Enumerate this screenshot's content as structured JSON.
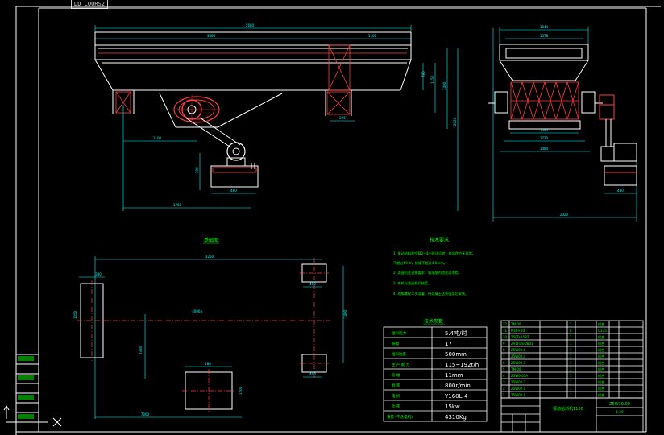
{
  "drawing_tag": "DD COORS2",
  "front_view": {
    "dims": {
      "overall_length": "5680",
      "left_part": "3800",
      "right_part": "1100",
      "h1": "790",
      "h2": "1150",
      "h3": "1400",
      "h4": "2020",
      "foot": "225",
      "motor_offset": "1100",
      "motor_height": "390",
      "motor_width": "480",
      "base_len": "1700"
    }
  },
  "side_view": {
    "dims": {
      "top_width": "1844",
      "top_inner": "1578",
      "mid1": "1340",
      "mid2": "1720",
      "bottom": "1484",
      "motor_w": "480",
      "overall": "2320"
    }
  },
  "plan": {
    "title": "基础图",
    "dims": {
      "width": "3250",
      "left_block": "380",
      "left_height": "1050",
      "centre": "4000±",
      "block_a": "400",
      "block_b": "400",
      "right_height": "1400",
      "motor_block": "480",
      "offset_left": "2380",
      "motor_h": "1200",
      "bottom_len": "7000"
    }
  },
  "notes": {
    "title": "技术要求",
    "items": [
      "1. 振动给料机空载2~4小时试运转，各部件应无异常。",
      "   不超过60℃，振幅不超过4.5mm。",
      "2. 减速机注油按要求，轴承座内加注润滑脂。",
      "3. 电机与减速机同轴度。",
      "4. 地脚螺栓二次浇灌，待混凝土达到强度后安装。"
    ]
  },
  "params": {
    "title": "技术参数",
    "rows": [
      {
        "label": "给料能力",
        "value": "5.4吨/时"
      },
      {
        "label": "振幅",
        "value": "17"
      },
      {
        "label": "给料粒度",
        "value": "500mm"
      },
      {
        "label": "生 产 能 力",
        "value": "115~192t/h"
      },
      {
        "label": "振 幅",
        "value": "11mm"
      },
      {
        "label": "频 率",
        "value": "800r/min"
      },
      {
        "label": "电 机",
        "value": "Y160L-4"
      },
      {
        "label": "功 率",
        "value": "15kw"
      },
      {
        "label": "重量 (不含电机)",
        "value": "4310Kg"
      }
    ]
  },
  "bom": {
    "rows": [
      {
        "no": "12",
        "code": "TM-00",
        "qty": "1",
        "mat": "组合"
      },
      {
        "no": "11",
        "code": "M16×60",
        "qty": "8",
        "mat": "Q235"
      },
      {
        "no": "10",
        "code": "Z5FD-1587",
        "qty": "1",
        "mat": "组合"
      },
      {
        "no": "9",
        "code": "ZV1FDS-0801",
        "qty": "1",
        "mat": "组合"
      },
      {
        "no": "8",
        "code": "Z5W02.6",
        "qty": "1",
        "mat": "组合"
      },
      {
        "no": "7",
        "code": "Z5W02.4",
        "qty": "1",
        "mat": "组合"
      },
      {
        "no": "6",
        "code": "Z5W02.3",
        "qty": "1",
        "mat": "组合"
      },
      {
        "no": "5",
        "code": "TM-00",
        "qty": "1",
        "mat": "组合"
      },
      {
        "no": "4",
        "code": "Z5W0-03A",
        "qty": "1",
        "mat": "组合"
      },
      {
        "no": "3",
        "code": "Z5W02.2",
        "qty": "1",
        "mat": "组合"
      },
      {
        "no": "2",
        "code": "Z5W02.1",
        "qty": "1",
        "mat": "组合"
      },
      {
        "no": "1",
        "code": "Z5W02.0",
        "qty": "1",
        "mat": "组合"
      }
    ],
    "drawing_no": "Z5W10.00",
    "title": "振动给料机1100",
    "sheet": "1:20"
  },
  "colors": {
    "line": "#e8e8e8",
    "structure": "#ffffff",
    "detail": "#ff3b3b",
    "dim": "#00ffff",
    "text": "#00ff00",
    "frame": "#ffffff"
  }
}
